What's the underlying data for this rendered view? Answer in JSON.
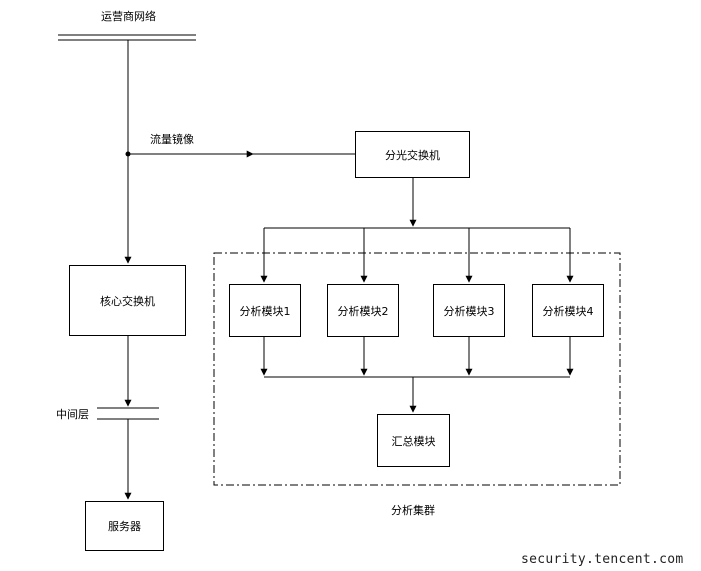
{
  "labels": {
    "carrier_network": "运营商网络",
    "traffic_mirror": "流量镜像",
    "middle_layer": "中间层",
    "cluster_name": "分析集群"
  },
  "nodes": {
    "splitter_switch": "分光交换机",
    "core_switch": "核心交换机",
    "analysis_module_1": "分析模块1",
    "analysis_module_2": "分析模块2",
    "analysis_module_3": "分析模块3",
    "analysis_module_4": "分析模块4",
    "aggregation_module": "汇总模块",
    "server": "服务器"
  },
  "watermark": "security.tencent.com",
  "colors": {
    "line": "#000000",
    "background": "#ffffff"
  }
}
